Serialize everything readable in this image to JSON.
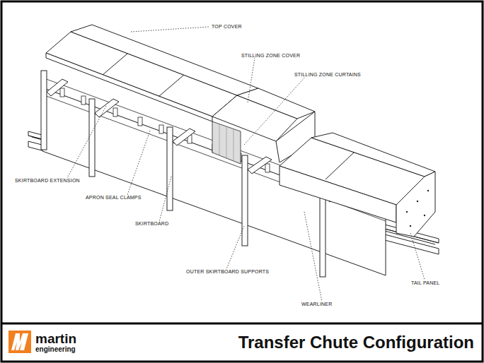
{
  "diagram": {
    "title": "Transfer Chute Configuration",
    "labels": [
      "TOP COVER",
      "STILLING ZONE COVER",
      "STILLING ZONE CURTAINS",
      "SKIRTBOARD EXTENSION",
      "APRON SEAL CLAMPS",
      "SKIRTBOARD",
      "OUTER SKIRTBOARD SUPPORTS",
      "WEARLINER",
      "TAIL PANEL",
      "martin",
      "engineering"
    ]
  }
}
